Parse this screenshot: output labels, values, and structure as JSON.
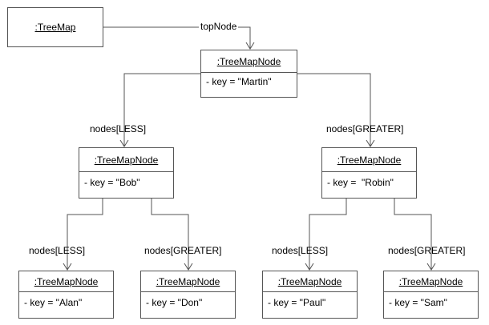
{
  "objects": {
    "tree_map": {
      "name": ":TreeMap"
    },
    "root": {
      "name": ":TreeMapNode",
      "attr": "- key = \"Martin\""
    },
    "bob": {
      "name": ":TreeMapNode",
      "attr": "- key = \"Bob\""
    },
    "robin": {
      "name": ":TreeMapNode",
      "attr": "- key =  \"Robin\""
    },
    "alan": {
      "name": ":TreeMapNode",
      "attr": "- key = \"Alan\""
    },
    "don": {
      "name": ":TreeMapNode",
      "attr": "- key = \"Don\""
    },
    "paul": {
      "name": ":TreeMapNode",
      "attr": "- key = \"Paul\""
    },
    "sam": {
      "name": ":TreeMapNode",
      "attr": "- key = \"Sam\""
    }
  },
  "links": {
    "top_node": "topNode",
    "root_less": "nodes[LESS]",
    "root_greater": "nodes[GREATER]",
    "bob_less": "nodes[LESS]",
    "bob_greater": "nodes[GREATER]",
    "robin_less": "nodes[LESS]",
    "robin_greater": "nodes[GREATER]"
  },
  "colors": {
    "line": "#555555"
  }
}
